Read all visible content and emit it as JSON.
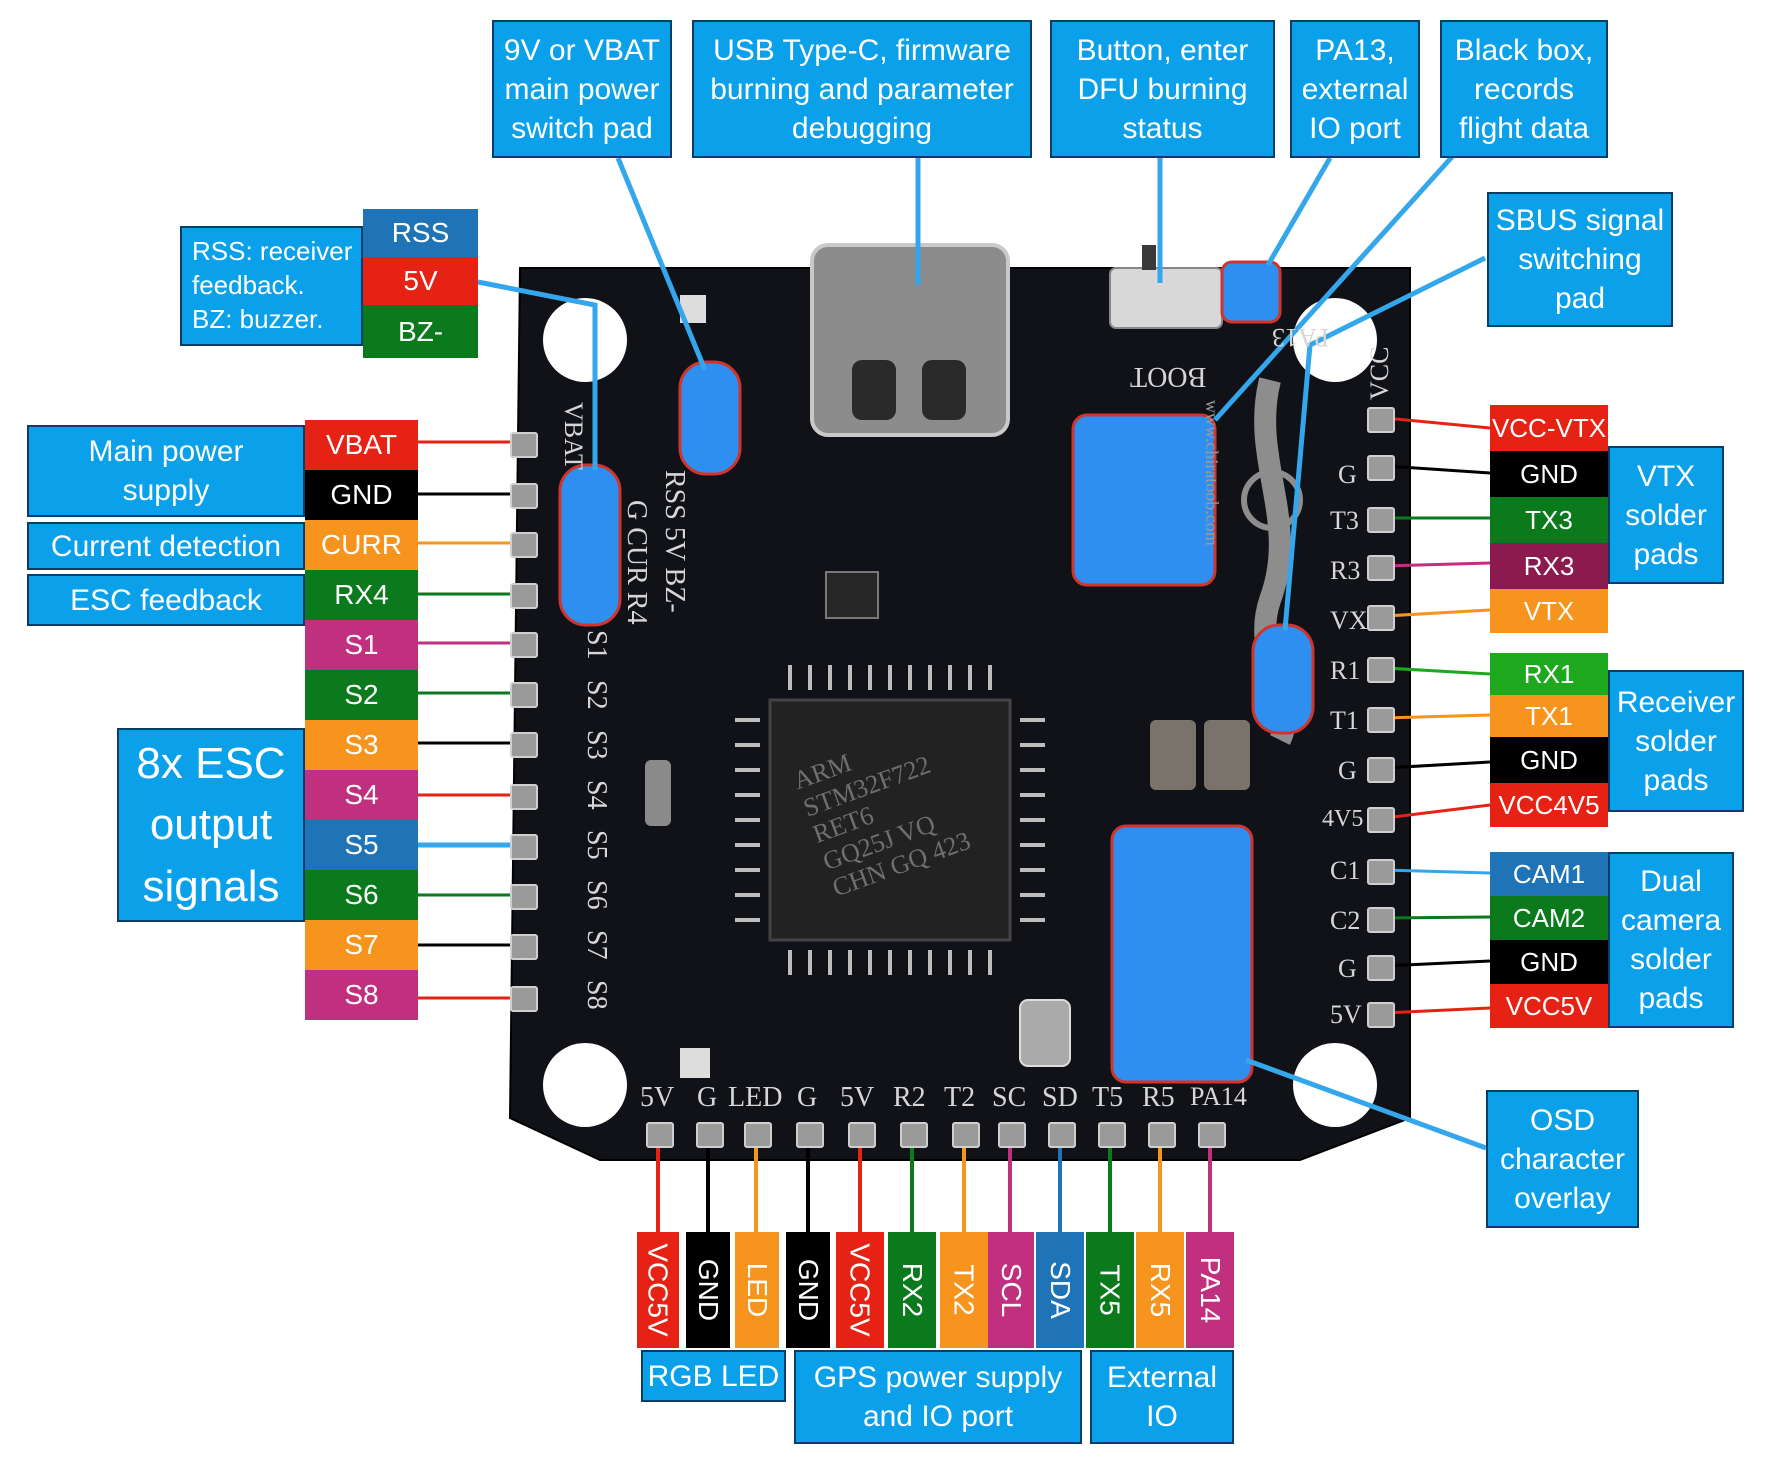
{
  "colors": {
    "callout_bg": "#0aa0ea",
    "board": "#101218",
    "red": "#e52213",
    "black": "#000000",
    "orange": "#f7941d",
    "dark_green": "#0b7a1c",
    "magenta": "#c0307f",
    "steel_blue": "#1f73b7",
    "bright_green": "#1ea81e",
    "maroon": "#8b1a4f"
  },
  "top_callouts": {
    "vbat_switch": "9V or VBAT\nmain power\nswitch pad",
    "usb": "USB Type-C, firmware\nburning and parameter\ndebugging",
    "boot_button": "Button, enter\nDFU burning\nstatus",
    "pa13": "PA13,\nexternal\nIO  port",
    "blackbox": "Black box,\nrecords\nflight data",
    "sbus": "SBUS signal\nswitching\npad"
  },
  "rss_legend": {
    "note": "RSS: receiver\nfeedback.\nBZ: buzzer.",
    "rss": "RSS",
    "v5": "5V",
    "bz": "BZ-"
  },
  "left": {
    "main_power": "Main power\nsupply",
    "current_detection": "Current detection",
    "esc_feedback": "ESC feedback",
    "esc_outputs": "8x ESC\noutput\nsignals",
    "tags": {
      "vbat": "VBAT",
      "gnd": "GND",
      "curr": "CURR",
      "rx4": "RX4",
      "s1": "S1",
      "s2": "S2",
      "s3": "S3",
      "s4": "S4",
      "s5": "S5",
      "s6": "S6",
      "s7": "S7",
      "s8": "S8"
    }
  },
  "right": {
    "vtx_label": "VTX\nsolder\npads",
    "receiver_label": "Receiver\nsolder\npads",
    "camera_label": "Dual\ncamera\nsolder\npads",
    "osd_label": "OSD\ncharacter\noverlay",
    "tags": {
      "vcc_vtx": "VCC-VTX",
      "gnd_a": "GND",
      "tx3": "TX3",
      "rx3": "RX3",
      "vtx": "VTX",
      "rx1": "RX1",
      "tx1": "TX1",
      "gnd_b": "GND",
      "vcc4v5": "VCC4V5",
      "cam1": "CAM1",
      "cam2": "CAM2",
      "gnd_c": "GND",
      "vcc5v": "VCC5V"
    }
  },
  "bottom": {
    "tags": {
      "vcc5v_a": "VCC5V",
      "gnd_a": "GND",
      "led": "LED",
      "gnd_b": "GND",
      "vcc5v_b": "VCC5V",
      "rx2": "RX2",
      "tx2": "TX2",
      "scl": "SCL",
      "sda": "SDA",
      "tx5": "TX5",
      "rx5": "RX5",
      "pa14": "PA14"
    },
    "rgb_led": "RGB LED",
    "gps": "GPS power supply\nand IO port",
    "external_io": "External\nIO"
  },
  "silkscreen": {
    "left_pins": "VBAT",
    "rss_row": "RSS 5V BZ-",
    "g_row": "G  CUR R4",
    "s_pins": [
      "S1",
      "S2",
      "S3",
      "S4",
      "S5",
      "S6",
      "S7",
      "S8"
    ],
    "bottom_pins": [
      "5V",
      "G",
      "LED",
      "G",
      "5V",
      "R2",
      "T2",
      "SC",
      "SD",
      "T5",
      "R5",
      "PA14"
    ],
    "right_pins": [
      "VCC",
      "G",
      "T3",
      "R3",
      "VX",
      "R1",
      "T1",
      "G",
      "4V5",
      "C1",
      "C2",
      "G",
      "5V"
    ],
    "boot": "BOOT",
    "pa13": "PA13",
    "mcu": "ARM\nSTM32F722\nRET6\nGQ25J VQ\nCHN GQ 423",
    "website": "www.chiratoob.com"
  }
}
